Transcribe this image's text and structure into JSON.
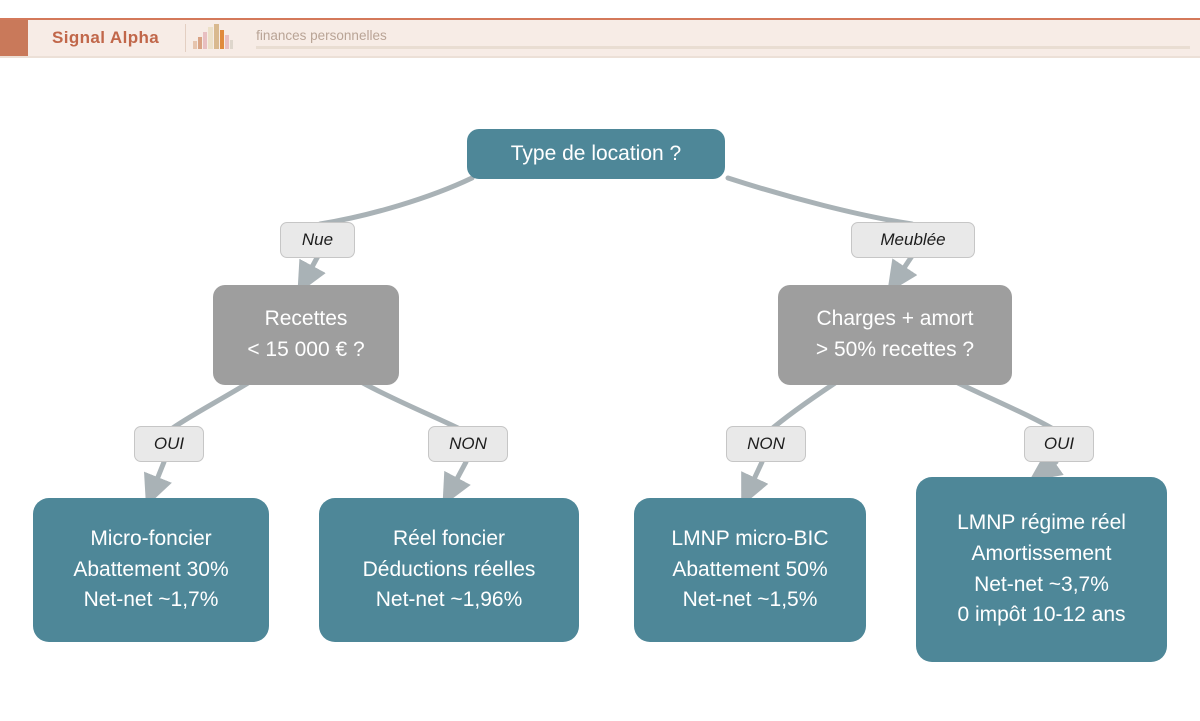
{
  "header": {
    "brand": "Signal Alpha",
    "subtitle": "finances personnelles",
    "icon": "bar-chart-icon",
    "accent_color": "#c9795a",
    "brand_text_color": "#c1674a",
    "bar_background": "#f7ece6",
    "top_border_color": "#d4795a"
  },
  "diagram": {
    "type": "decision-tree",
    "colors": {
      "decision_node": "#9e9e9e",
      "root_node": "#4e8798",
      "leaf_node": "#4e8798",
      "edge_label": "#e9e9e9",
      "connector": "#a9b2b6"
    },
    "root": {
      "id": "root",
      "label": "Type de location ?"
    },
    "decisions": [
      {
        "id": "decision-nue",
        "lines": [
          "Recettes",
          "< 15 000 € ?"
        ]
      },
      {
        "id": "decision-meublee",
        "lines": [
          "Charges + amort",
          "> 50% recettes ?"
        ]
      }
    ],
    "edge_labels": [
      {
        "id": "edge-label-nue",
        "text": "Nue"
      },
      {
        "id": "edge-label-meublee",
        "text": "Meublée"
      },
      {
        "id": "edge-label-nue-oui",
        "text": "OUI"
      },
      {
        "id": "edge-label-nue-non",
        "text": "NON"
      },
      {
        "id": "edge-label-meublee-non",
        "text": "NON"
      },
      {
        "id": "edge-label-meublee-oui",
        "text": "OUI"
      }
    ],
    "leaves": [
      {
        "id": "leaf-micro-foncier",
        "lines": [
          "Micro-foncier",
          "Abattement 30%",
          "Net-net ~1,7%"
        ]
      },
      {
        "id": "leaf-reel-foncier",
        "lines": [
          "Réel foncier",
          "Déductions réelles",
          "Net-net ~1,96%"
        ]
      },
      {
        "id": "leaf-lmnp-micro-bic",
        "lines": [
          "LMNP micro-BIC",
          "Abattement 50%",
          "Net-net ~1,5%"
        ]
      },
      {
        "id": "leaf-lmnp-reel",
        "lines": [
          "LMNP régime réel",
          "Amortissement",
          "Net-net ~3,7%",
          "0 impôt 10-12 ans"
        ]
      }
    ]
  }
}
